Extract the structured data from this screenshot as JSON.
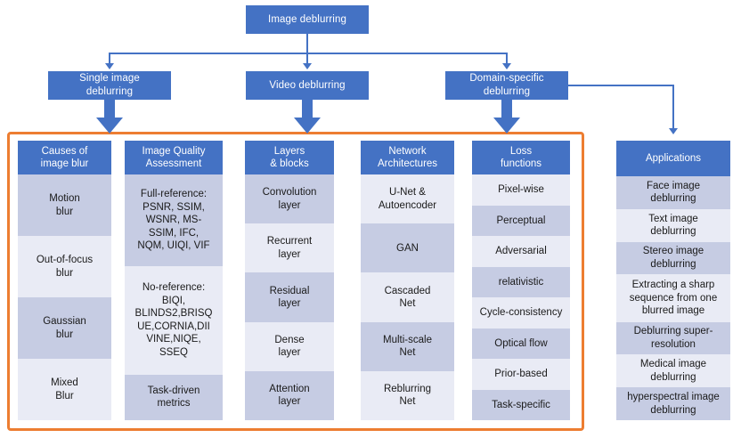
{
  "title": "Image deblurring taxonomy",
  "colors": {
    "accent_blue": "#4472C4",
    "frame_orange": "#ED7D31",
    "row_shade_dark": "#C6CCE3",
    "row_shade_light": "#E9EBF5",
    "text_dark": "#1a1a1a",
    "header_text": "#ffffff"
  },
  "root": {
    "label": "Image deblurring"
  },
  "branches": [
    {
      "label": "Single image\ndeblurring"
    },
    {
      "label": "Video deblurring"
    },
    {
      "label": "Domain-specific\ndeblurring"
    }
  ],
  "columns": [
    {
      "id": "causes-of-image-blur",
      "header": "Causes of\nimage blur",
      "items": [
        "Motion\nblur",
        "Out-of-focus\nblur",
        "Gaussian\nblur",
        "Mixed\nBlur"
      ]
    },
    {
      "id": "image-quality-assessment",
      "header": "Image Quality\nAssessment",
      "items": [
        "Full-reference:\nPSNR, SSIM,\nWSNR, MS-\nSSIM, IFC,\nNQM, UIQI, VIF",
        "No-reference:\nBIQI,\nBLINDS2,BRISQ\nUE,CORNIA,DII\nVINE,NIQE,\nSSEQ",
        "Task-driven\nmetrics"
      ]
    },
    {
      "id": "layers-and-blocks",
      "header": "Layers\n& blocks",
      "items": [
        "Convolution\nlayer",
        "Recurrent\nlayer",
        "Residual\nlayer",
        "Dense\nlayer",
        "Attention\nlayer"
      ]
    },
    {
      "id": "network-architectures",
      "header": "Network\nArchitectures",
      "items": [
        "U-Net &\nAutoencoder",
        "GAN",
        "Cascaded\nNet",
        "Multi-scale\nNet",
        "Reblurring\nNet"
      ]
    },
    {
      "id": "loss-functions",
      "header": "Loss\nfunctions",
      "items": [
        "Pixel-wise",
        "Perceptual",
        "Adversarial",
        "relativistic",
        "Cycle-consistency",
        "Optical flow",
        "Prior-based",
        "Task-specific"
      ]
    },
    {
      "id": "applications",
      "header": "Applications",
      "items": [
        "Face image\ndeblurring",
        "Text image\ndeblurring",
        "Stereo image\ndeblurring",
        "Extracting a sharp\nsequence from one\nblurred image",
        "Deblurring super-\nresolution",
        "Medical image\ndeblurring",
        "hyperspectral image\ndeblurring"
      ]
    }
  ]
}
